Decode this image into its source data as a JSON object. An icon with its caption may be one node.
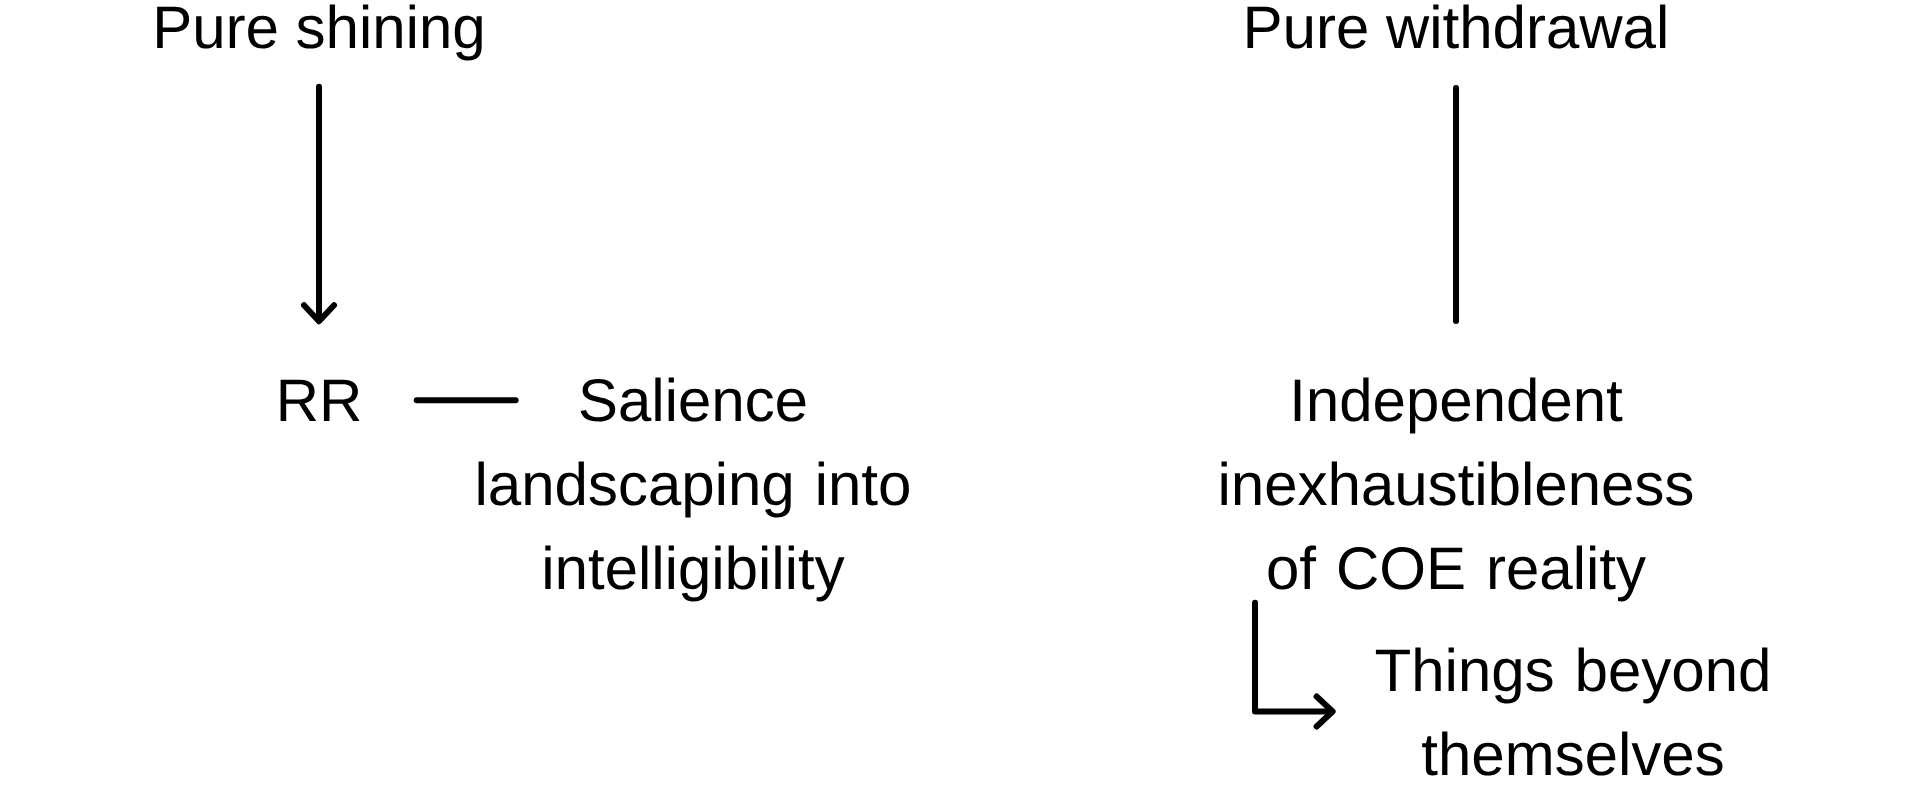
{
  "diagram": {
    "nodes": [
      {
        "text": [
          "Pure shining"
        ]
      },
      {
        "text": [
          "RR"
        ]
      },
      {
        "text": [
          "Salience landscaping into intelligibility"
        ]
      },
      {
        "text": [
          "Pure withdrawal"
        ]
      },
      {
        "text": [
          "Independent inexhaustibleness of COE reality"
        ]
      },
      {
        "text": [
          "Things beyond themselves"
        ]
      }
    ],
    "edges": [
      {
        "from": 0,
        "to": 1,
        "arrow": "to"
      },
      {
        "from": 1,
        "to": 2,
        "arrow": "none"
      },
      {
        "from": 3,
        "to": 4,
        "arrow": "none"
      },
      {
        "from": 4,
        "to": 5,
        "arrow": "to"
      }
    ]
  }
}
